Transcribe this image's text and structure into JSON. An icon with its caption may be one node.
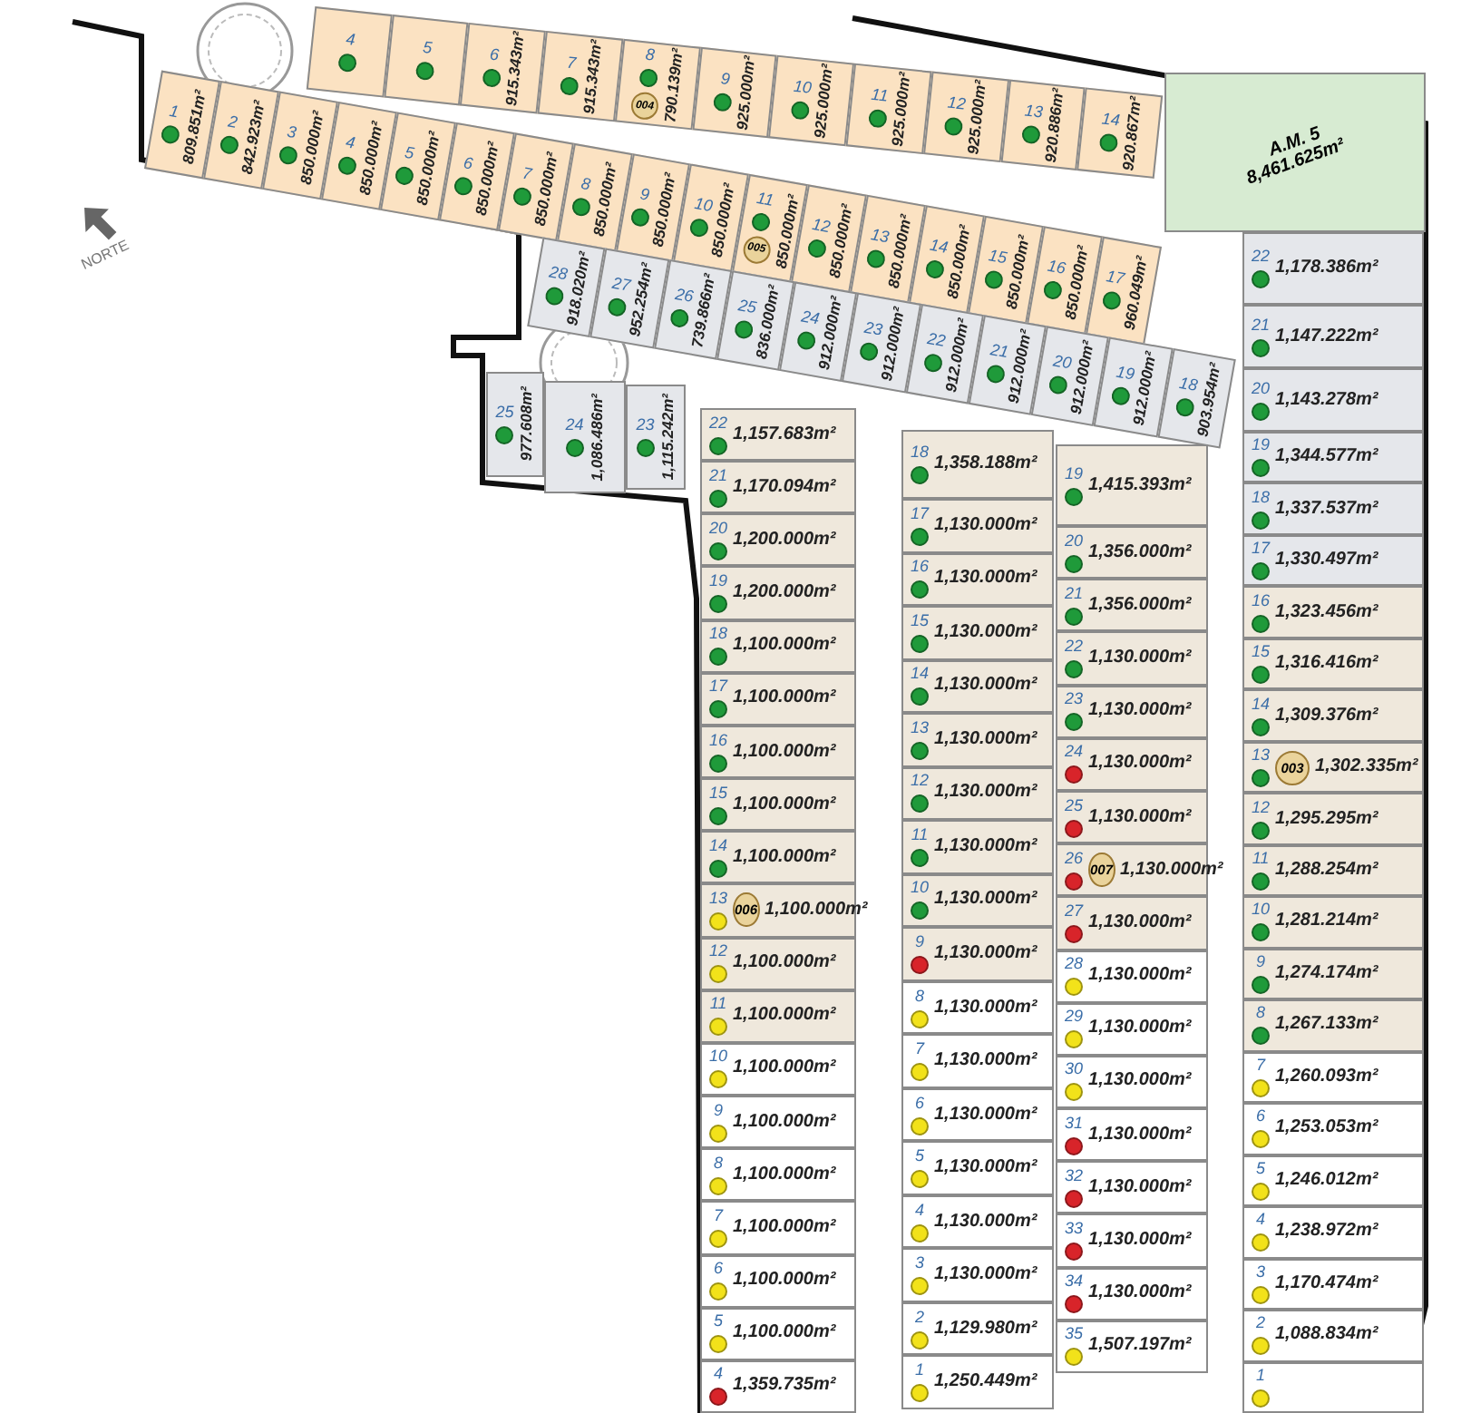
{
  "diagram": {
    "nodes": [
      {
        "text": [
          "4"
        ]
      },
      {
        "text": [
          "5"
        ]
      },
      {
        "text": [
          "6",
          "915.343m²"
        ]
      },
      {
        "text": [
          "7",
          "915.343m²"
        ]
      },
      {
        "text": [
          "8",
          "790.139m²"
        ]
      },
      {
        "text": [
          "9",
          "925.000m²"
        ]
      },
      {
        "text": [
          "10",
          "925.000m²"
        ]
      },
      {
        "text": [
          "11",
          "925.000m²"
        ]
      },
      {
        "text": [
          "12",
          "925.000m²"
        ]
      },
      {
        "text": [
          "13",
          "920.886m²"
        ]
      },
      {
        "text": [
          "14",
          "920.867m²"
        ]
      },
      {
        "text": [
          "1",
          "809.851m²"
        ]
      },
      {
        "text": [
          "2",
          "842.923m²"
        ]
      },
      {
        "text": [
          "3",
          "850.000m²"
        ]
      },
      {
        "text": [
          "4",
          "850.000m²"
        ]
      },
      {
        "text": [
          "5",
          "850.000m²"
        ]
      },
      {
        "text": [
          "6",
          "850.000m²"
        ]
      },
      {
        "text": [
          "7",
          "850.000m²"
        ]
      },
      {
        "text": [
          "8",
          "850.000m²"
        ]
      },
      {
        "text": [
          "9",
          "850.000m²"
        ]
      },
      {
        "text": [
          "10",
          "850.000m²"
        ]
      },
      {
        "text": [
          "11",
          "850.000m²"
        ]
      },
      {
        "text": [
          "12",
          "850.000m²"
        ]
      },
      {
        "text": [
          "13",
          "850.000m²"
        ]
      },
      {
        "text": [
          "14",
          "850.000m²"
        ]
      },
      {
        "text": [
          "15",
          "850.000m²"
        ]
      },
      {
        "text": [
          "16",
          "850.000m²"
        ]
      },
      {
        "text": [
          "17",
          "960.049m²"
        ]
      },
      {
        "text": [
          "28",
          "918.020m²"
        ]
      },
      {
        "text": [
          "27",
          "952.254m²"
        ]
      },
      {
        "text": [
          "26",
          "739.866m²"
        ]
      },
      {
        "text": [
          "25",
          "836.000m²"
        ]
      },
      {
        "text": [
          "24",
          "912.000m²"
        ]
      },
      {
        "text": [
          "23",
          "912.000m²"
        ]
      },
      {
        "text": [
          "22",
          "912.000m²"
        ]
      },
      {
        "text": [
          "21",
          "912.000m²"
        ]
      },
      {
        "text": [
          "20",
          "912.000m²"
        ]
      },
      {
        "text": [
          "19",
          "912.000m²"
        ]
      },
      {
        "text": [
          "18",
          "903.954m²"
        ]
      },
      {
        "text": [
          "25",
          "977.608m²"
        ]
      },
      {
        "text": [
          "24",
          "1,086.486m²"
        ]
      },
      {
        "text": [
          "23",
          "1,115.242m²"
        ]
      },
      {
        "text": [
          "22",
          "1,157.683m²"
        ]
      },
      {
        "text": [
          "21",
          "1,170.094m²"
        ]
      },
      {
        "text": [
          "20",
          "1,200.000m²"
        ]
      },
      {
        "text": [
          "19",
          "1,200.000m²"
        ]
      },
      {
        "text": [
          "18",
          "1,100.000m²"
        ]
      },
      {
        "text": [
          "17",
          "1,100.000m²"
        ]
      },
      {
        "text": [
          "16",
          "1,100.000m²"
        ]
      },
      {
        "text": [
          "15",
          "1,100.000m²"
        ]
      },
      {
        "text": [
          "14",
          "1,100.000m²"
        ]
      },
      {
        "text": [
          "13",
          "1,100.000m²"
        ]
      },
      {
        "text": [
          "12",
          "1,100.000m²"
        ]
      },
      {
        "text": [
          "11",
          "1,100.000m²"
        ]
      },
      {
        "text": [
          "10",
          "1,100.000m²"
        ]
      },
      {
        "text": [
          "9",
          "1,100.000m²"
        ]
      },
      {
        "text": [
          "8",
          "1,100.000m²"
        ]
      },
      {
        "text": [
          "7",
          "1,100.000m²"
        ]
      },
      {
        "text": [
          "6",
          "1,100.000m²"
        ]
      },
      {
        "text": [
          "5",
          "1,100.000m²"
        ]
      },
      {
        "text": [
          "4",
          "1,359.735m²"
        ]
      },
      {
        "text": [
          "18",
          "1,358.188m²"
        ]
      },
      {
        "text": [
          "17",
          "1,130.000m²"
        ]
      },
      {
        "text": [
          "16",
          "1,130.000m²"
        ]
      },
      {
        "text": [
          "15",
          "1,130.000m²"
        ]
      },
      {
        "text": [
          "14",
          "1,130.000m²"
        ]
      },
      {
        "text": [
          "13",
          "1,130.000m²"
        ]
      },
      {
        "text": [
          "12",
          "1,130.000m²"
        ]
      },
      {
        "text": [
          "11",
          "1,130.000m²"
        ]
      },
      {
        "text": [
          "10",
          "1,130.000m²"
        ]
      },
      {
        "text": [
          "9",
          "1,130.000m²"
        ]
      },
      {
        "text": [
          "8",
          "1,130.000m²"
        ]
      },
      {
        "text": [
          "7",
          "1,130.000m²"
        ]
      },
      {
        "text": [
          "6",
          "1,130.000m²"
        ]
      },
      {
        "text": [
          "5",
          "1,130.000m²"
        ]
      },
      {
        "text": [
          "4",
          "1,130.000m²"
        ]
      },
      {
        "text": [
          "3",
          "1,130.000m²"
        ]
      },
      {
        "text": [
          "2",
          "1,129.980m²"
        ]
      },
      {
        "text": [
          "1",
          "1,250.449m²"
        ]
      },
      {
        "text": [
          "19",
          "1,415.393m²"
        ]
      },
      {
        "text": [
          "20",
          "1,356.000m²"
        ]
      },
      {
        "text": [
          "21",
          "1,356.000m²"
        ]
      },
      {
        "text": [
          "22",
          "1,130.000m²"
        ]
      },
      {
        "text": [
          "23",
          "1,130.000m²"
        ]
      },
      {
        "text": [
          "24",
          "1,130.000m²"
        ]
      },
      {
        "text": [
          "25",
          "1,130.000m²"
        ]
      },
      {
        "text": [
          "26",
          "1,130.000m²"
        ]
      },
      {
        "text": [
          "27",
          "1,130.000m²"
        ]
      },
      {
        "text": [
          "28",
          "1,130.000m²"
        ]
      },
      {
        "text": [
          "29",
          "1,130.000m²"
        ]
      },
      {
        "text": [
          "30",
          "1,130.000m²"
        ]
      },
      {
        "text": [
          "31",
          "1,130.000m²"
        ]
      },
      {
        "text": [
          "32",
          "1,130.000m²"
        ]
      },
      {
        "text": [
          "33",
          "1,130.000m²"
        ]
      },
      {
        "text": [
          "34",
          "1,130.000m²"
        ]
      },
      {
        "text": [
          "35",
          "1,507.197m²"
        ]
      },
      {
        "text": [
          "22",
          "1,178.386m²"
        ]
      },
      {
        "text": [
          "21",
          "1,147.222m²"
        ]
      },
      {
        "text": [
          "20",
          "1,143.278m²"
        ]
      },
      {
        "text": [
          "19",
          "1,344.577m²"
        ]
      },
      {
        "text": [
          "18",
          "1,337.537m²"
        ]
      },
      {
        "text": [
          "17",
          "1,330.497m²"
        ]
      },
      {
        "text": [
          "16",
          "1,323.456m²"
        ]
      },
      {
        "text": [
          "15",
          "1,316.416m²"
        ]
      },
      {
        "text": [
          "14",
          "1,309.376m²"
        ]
      },
      {
        "text": [
          "13",
          "1,302.335m²"
        ]
      },
      {
        "text": [
          "12",
          "1,295.295m²"
        ]
      },
      {
        "text": [
          "11",
          "1,288.254m²"
        ]
      },
      {
        "text": [
          "10",
          "1,281.214m²"
        ]
      },
      {
        "text": [
          "9",
          "1,274.174m²"
        ]
      },
      {
        "text": [
          "8",
          "1,267.133m²"
        ]
      },
      {
        "text": [
          "7",
          "1,260.093m²"
        ]
      },
      {
        "text": [
          "6",
          "1,253.053m²"
        ]
      },
      {
        "text": [
          "5",
          "1,246.012m²"
        ]
      },
      {
        "text": [
          "4",
          "1,238.972m²"
        ]
      },
      {
        "text": [
          "3",
          "1,170.474m²"
        ]
      },
      {
        "text": [
          "2",
          "1,088.834m²"
        ]
      },
      {
        "text": [
          "1"
        ]
      },
      {
        "text": [
          "A.M. 5",
          "8,461.625m²"
        ]
      },
      {
        "text": [
          "004"
        ],
        "in": 4
      },
      {
        "text": [
          "005"
        ],
        "in": 21
      },
      {
        "text": [
          "006"
        ],
        "in": 51
      },
      {
        "text": [
          "007"
        ],
        "in": 86
      },
      {
        "text": [
          "003"
        ],
        "in": 105
      }
    ],
    "labels": [
      "NORTE"
    ]
  }
}
